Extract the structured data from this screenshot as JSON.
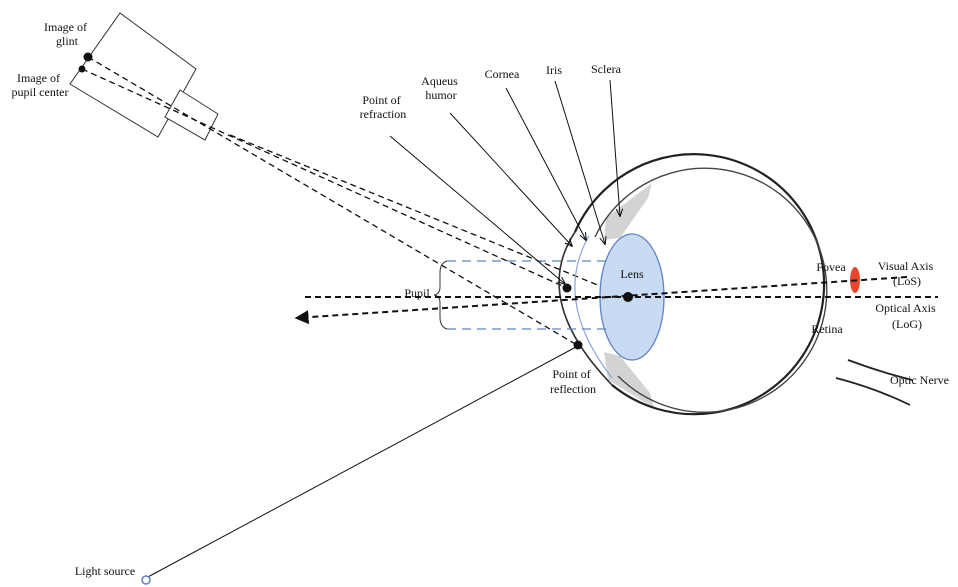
{
  "labels": {
    "image_of_glint": [
      "Image of",
      "glint"
    ],
    "image_of_pupil_center": [
      "Image of",
      "pupil center"
    ],
    "aqueus_humor": [
      "Aqueus",
      "humor"
    ],
    "cornea": "Cornea",
    "iris": "Iris",
    "sclera": "Sclera",
    "point_of_refraction": [
      "Point of",
      "refraction"
    ],
    "pupil": "Pupil",
    "lens": "Lens",
    "fovea": "Fovea",
    "visual_axis": [
      "Visual Axis",
      "(LoS)"
    ],
    "optical_axis": [
      "Optical Axis",
      "(LoG)"
    ],
    "retina": "Retina",
    "point_of_reflection": [
      "Point of",
      "reflection"
    ],
    "optic_nerve": "Optic Nerve",
    "light_source": "Light source"
  },
  "colors": {
    "line": "#111111",
    "lens_fill": "#c9daf3",
    "lens_stroke": "#5f84c4",
    "pupil_guides": "#5f84c4",
    "iris_gray": "#d3d3d3",
    "fovea": "#e8462b",
    "light_source": "#5f84c4"
  }
}
